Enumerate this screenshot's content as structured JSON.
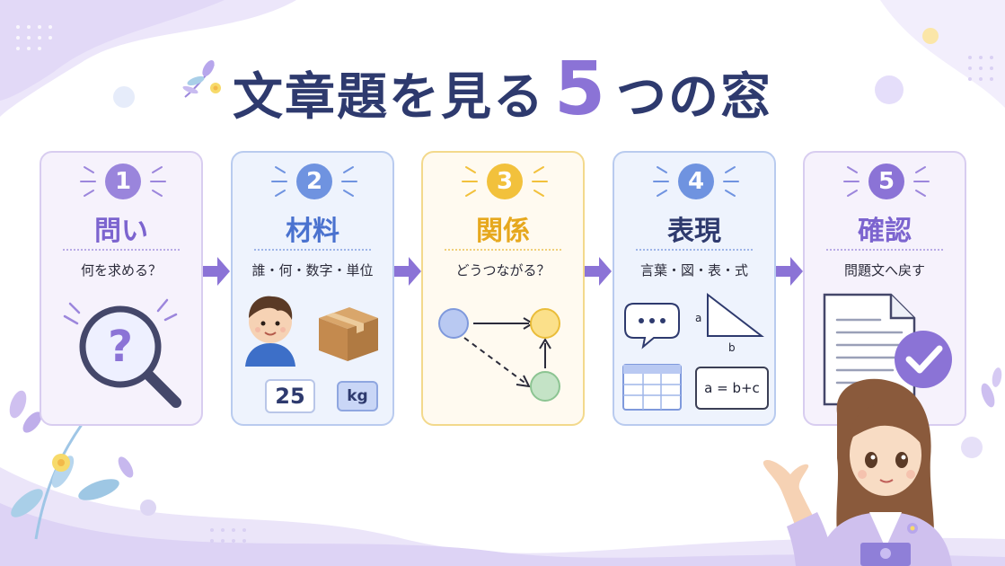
{
  "title": {
    "prefix": "文章題を見る",
    "number": "5",
    "suffix": "つの窓"
  },
  "colors": {
    "title": "#2e3a6e",
    "purple": "#8b73d6",
    "blue": "#6f93e0",
    "yellow": "#f2c13c",
    "purple_card_bg": "#f5f1fb",
    "blue_card_bg": "#eef3fc",
    "yellow_card_bg": "#fffaf0"
  },
  "cards": [
    {
      "number": "1",
      "heading": "問い",
      "subtitle": "何を求める？",
      "icon": "magnifier-question-icon"
    },
    {
      "number": "2",
      "heading": "材料",
      "subtitle": "誰・何・数字・単位",
      "icon": "boy-and-box-icon",
      "value_tile": "25",
      "unit_tile": "kg"
    },
    {
      "number": "3",
      "heading": "関係",
      "subtitle": "どうつながる？",
      "icon": "node-graph-icon"
    },
    {
      "number": "4",
      "heading": "表現",
      "subtitle": "言葉・図・表・式",
      "icon": "representations-icon",
      "triangle_labels": [
        "a",
        "b"
      ],
      "formula": "a = b+c"
    },
    {
      "number": "5",
      "heading": "確認",
      "subtitle": "問題文へ戻す",
      "icon": "document-check-icon"
    }
  ]
}
